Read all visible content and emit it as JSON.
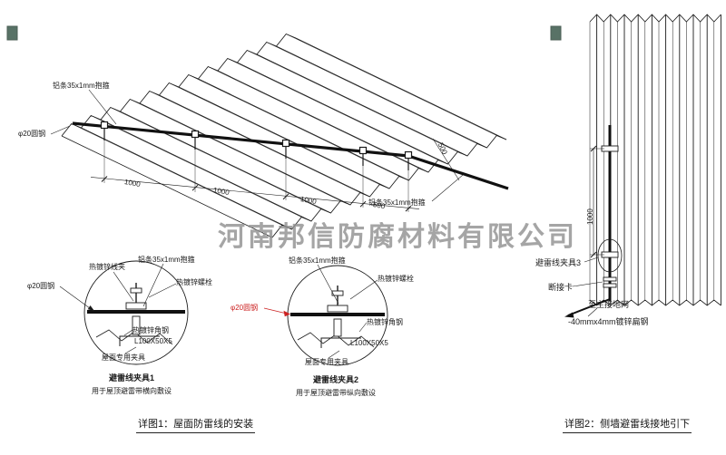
{
  "watermark": "河南邦信防腐材料有限公司",
  "colors": {
    "line": "#1b1b1b",
    "red": "#cc2222",
    "watermark": "#8f8f8f"
  },
  "roof": {
    "label_strip_top": "铝条35x1mm抱箍",
    "label_round_steel": "φ20圆钢",
    "label_strip_bottom": "铝条35x1mm抱箍",
    "dims": [
      "1000",
      "1000",
      "1000",
      "500"
    ],
    "dim_side_500": "500"
  },
  "clamp1": {
    "label_wire_clip": "热镀锌线夹",
    "label_strip": "铝条35x1mm抱箍",
    "label_bolt": "热镀锌螺栓",
    "label_round_steel": "φ20圆钢",
    "label_angle_steel": "热镀锌角钢",
    "label_angle_size": "L100X50X5",
    "label_fixture": "屋面专用夹具",
    "title": "避雷线夹具1",
    "subtitle": "用于屋顶避雷带横向敷设"
  },
  "clamp2": {
    "label_strip": "铝条35x1mm抱箍",
    "label_bolt": "热镀锌螺栓",
    "label_round_steel": "φ20圆钢",
    "label_angle_steel": "热镀锌角钢",
    "label_angle_size": "L100X50X5",
    "label_fixture": "屋面专用夹具",
    "title": "避雷线夹具2",
    "subtitle": "用于屋顶避雷带纵向敷设"
  },
  "detail1_caption": "详图1：屋面防雷线的安装",
  "detail2": {
    "dim_1000": "1000",
    "label_clamp3": "避雷线夹具3",
    "label_disconnect": "断接卡",
    "label_to_ground": "至主接地网",
    "label_flat_steel": "-40mmx4mm镀锌扁钢",
    "caption": "详图2：侧墙避雷线接地引下"
  }
}
